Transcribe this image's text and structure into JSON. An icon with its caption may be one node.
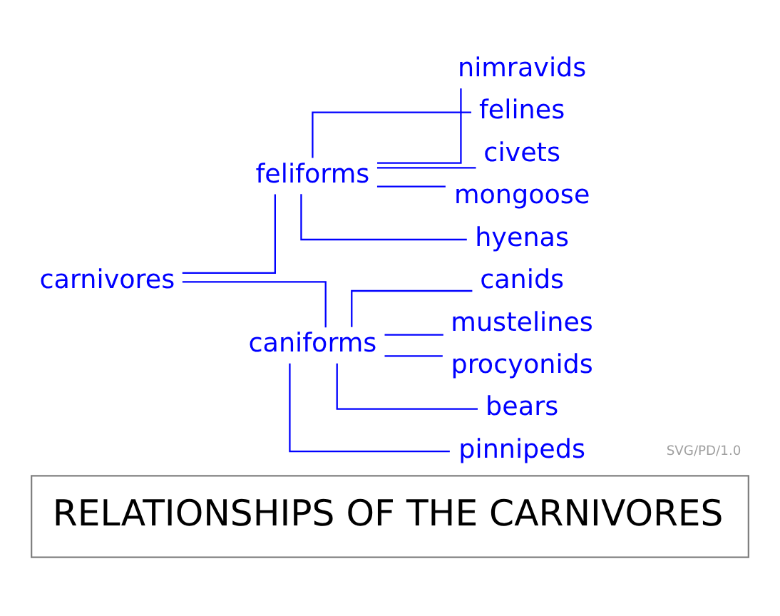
{
  "diagram": {
    "title": "RELATIONSHIPS OF THE CARNIVORES",
    "nodes": [
      {
        "text": [
          "carnivores"
        ]
      },
      {
        "text": [
          "feliforms"
        ]
      },
      {
        "text": [
          "caniforms"
        ]
      },
      {
        "text": [
          "nimravids"
        ]
      },
      {
        "text": [
          "felines"
        ]
      },
      {
        "text": [
          "civets"
        ]
      },
      {
        "text": [
          "mongoose"
        ]
      },
      {
        "text": [
          "hyenas"
        ]
      },
      {
        "text": [
          "canids"
        ]
      },
      {
        "text": [
          "mustelines"
        ]
      },
      {
        "text": [
          "procyonids"
        ]
      },
      {
        "text": [
          "bears"
        ]
      },
      {
        "text": [
          "pinnipeds"
        ]
      }
    ],
    "edges": [
      {
        "from": 0,
        "to": 1,
        "arrow": "none"
      },
      {
        "from": 0,
        "to": 2,
        "arrow": "none"
      },
      {
        "from": 1,
        "to": 3,
        "arrow": "none"
      },
      {
        "from": 1,
        "to": 4,
        "arrow": "none"
      },
      {
        "from": 1,
        "to": 5,
        "arrow": "none"
      },
      {
        "from": 1,
        "to": 6,
        "arrow": "none"
      },
      {
        "from": 1,
        "to": 7,
        "arrow": "none"
      },
      {
        "from": 2,
        "to": 8,
        "arrow": "none"
      },
      {
        "from": 2,
        "to": 9,
        "arrow": "none"
      },
      {
        "from": 2,
        "to": 10,
        "arrow": "none"
      },
      {
        "from": 2,
        "to": 11,
        "arrow": "none"
      },
      {
        "from": 2,
        "to": 12,
        "arrow": "none"
      }
    ],
    "labels": [
      "SVG/PD/1.0"
    ]
  }
}
